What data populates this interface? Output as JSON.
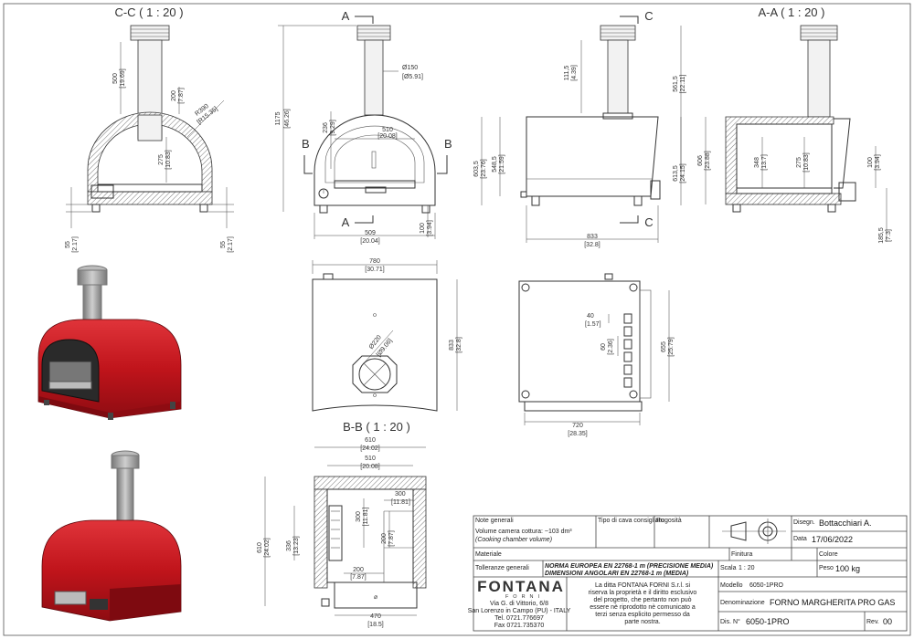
{
  "views": {
    "cc": "C-C ( 1 : 20 )",
    "aa": "A-A ( 1 : 20 )",
    "bb": "B-B ( 1 : 20 )"
  },
  "section_marks": {
    "a": "A",
    "b": "B",
    "c": "C"
  },
  "dims": {
    "cc_chimney": [
      "500",
      "[19.69]"
    ],
    "cc_flue": [
      "200",
      "[7.87]"
    ],
    "cc_radius": [
      "R390",
      "[R15.35]"
    ],
    "cc_inner": [
      "275",
      "[10.83]"
    ],
    "cc_foot_l": [
      "55",
      "[2.17]"
    ],
    "cc_foot_r": [
      "55",
      "[2.17]"
    ],
    "front_total": [
      "1175",
      "[46.26]"
    ],
    "front_pipe": [
      "Ø150",
      "[Ø5.91]"
    ],
    "front_door_h": [
      "236",
      "[9.29]"
    ],
    "front_door_w": [
      "510",
      "[20.08]"
    ],
    "front_base_w": [
      "509",
      "[20.04]"
    ],
    "front_foot": [
      "100",
      "[3.94]"
    ],
    "side_pipe": [
      "111,5",
      "[4.39]"
    ],
    "side_top": [
      "561,5",
      "[22.11]"
    ],
    "side_body1": [
      "603,5",
      "[23.76]"
    ],
    "side_body2": [
      "548,5",
      "[21.59]"
    ],
    "side_body3": [
      "613,5",
      "[24.15]"
    ],
    "side_len": [
      "833",
      "[32.8]"
    ],
    "aa_height": [
      "606",
      "[23.88]"
    ],
    "aa_door": [
      "348",
      "[13.7]"
    ],
    "aa_inner": [
      "275",
      "[10.83]"
    ],
    "aa_base": [
      "100",
      "[3.94]"
    ],
    "aa_foot": [
      "185,5",
      "[7.3]"
    ],
    "top_width": [
      "780",
      "[30.71]"
    ],
    "top_depth": [
      "833",
      "[32.8]"
    ],
    "top_hole": [
      "Ø220",
      "[Ø9.06]"
    ],
    "bot_spacing": [
      "40",
      "[1.57]"
    ],
    "bot_pitch": [
      "60",
      "[2.36]"
    ],
    "bot_depth": [
      "655",
      "[25.79]"
    ],
    "bot_width": [
      "720",
      "[28.35]"
    ],
    "bb_outer": [
      "610",
      "[24.02]"
    ],
    "bb_inner": [
      "510",
      "[20.08]"
    ],
    "bb_stone_w": [
      "300",
      "[11.81]"
    ],
    "bb_height": [
      "610",
      "[24.02]"
    ],
    "bb_side": [
      "336",
      "[13.23]"
    ],
    "bb_mid": [
      "300",
      "[11.81]"
    ],
    "bb_low": [
      "200",
      "[7.87]"
    ],
    "bb_floor": [
      "200",
      "[7.87]"
    ],
    "bb_base": [
      "470",
      "[18.5]"
    ]
  },
  "title_block": {
    "note_label": "Note generali",
    "note_line1": "Volume camera cottura: ~103 dm³",
    "note_line2": "(Cooking chamber volume)",
    "cava_label": "Tipo di cava consigliato",
    "rugosita_label": "Rugosità",
    "designer_label": "Disegn.",
    "designer_value": "Bottacchiari A.",
    "date_label": "Data",
    "date_value": "17/06/2022",
    "materiale_label": "Materiale",
    "finitura_label": "Finitura",
    "colore_label": "Colore",
    "tolleranze_label": "Tolleranze generali",
    "norm_line1": "NORMA EUROPEA EN 22768-1 m (PRECISIONE MEDIA)",
    "norm_line2": "DIMENSIONI ANGOLARI EN 22768-1 m (MEDIA)",
    "scala_label": "Scala",
    "scala_value": "1 : 20",
    "peso_label": "Peso",
    "peso_value": "100 kg",
    "logo_text": "FONTANA",
    "logo_sub": "FORNI",
    "address1": "Via G. di Vittorio, 6/8",
    "address2": "San Lorenzo in Campo (PU) - ITALY",
    "tel": "Tel. 0721.776697",
    "fax": "Fax 0721.735370",
    "legal": [
      "La ditta FONTANA FORNI S.r.l. si",
      "riserva la proprietà e il diritto esclusivo",
      "del progetto, che pertanto non può",
      "essere nè riprodotto nè comunicato a",
      "terzi senza esplicito permesso da",
      "parte nostra."
    ],
    "modello_label": "Modello",
    "modello_value": "6050-1PRO",
    "denominazione_label": "Denominazione",
    "denominazione_value": "FORNO MARGHERITA PRO GAS",
    "dis_label": "Dis. N°",
    "dis_value": "6050-1PRO",
    "rev_label": "Rev.",
    "rev_value": "00"
  },
  "colors": {
    "body_red": "#c0141b",
    "red_dark": "#7e0a10",
    "steel": "#9a9a9a",
    "line": "#333333"
  }
}
